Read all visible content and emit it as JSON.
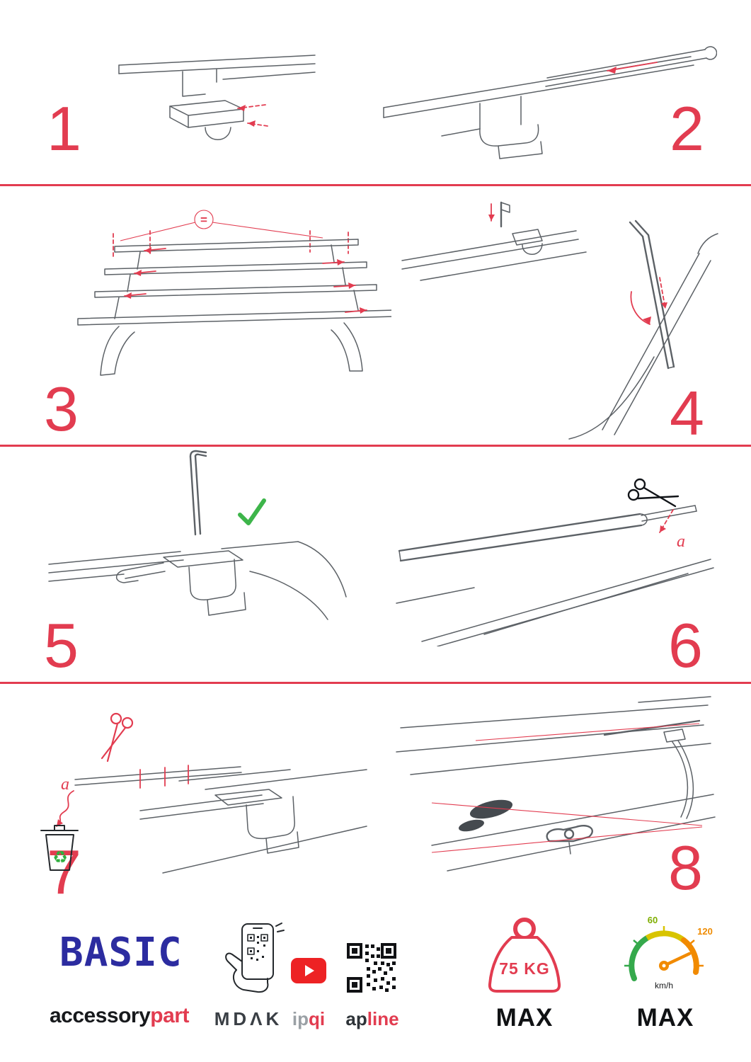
{
  "page": {
    "accent": "#e23c50",
    "steps": [
      {
        "number": "1"
      },
      {
        "number": "2"
      },
      {
        "number": "3"
      },
      {
        "number": "4"
      },
      {
        "number": "5"
      },
      {
        "number": "6"
      },
      {
        "number": "7"
      },
      {
        "number": "8"
      }
    ],
    "labels": {
      "equals": "=",
      "cut_label_step6": "a",
      "cut_label_step7": "a"
    },
    "icons": {
      "recycle": "♻"
    }
  },
  "footer": {
    "product": "BASIC",
    "brand": {
      "left": "accessory",
      "right": "part"
    },
    "partners": {
      "mdak": "MDΛK",
      "ipqi_left": "ip",
      "ipqi_right": "qi",
      "apline_left": "ap",
      "apline_right": "line"
    },
    "weight": {
      "value": "75 KG",
      "max": "MAX"
    },
    "speed": {
      "low": "60",
      "high": "120",
      "unit": "km/h",
      "max": "MAX"
    }
  }
}
